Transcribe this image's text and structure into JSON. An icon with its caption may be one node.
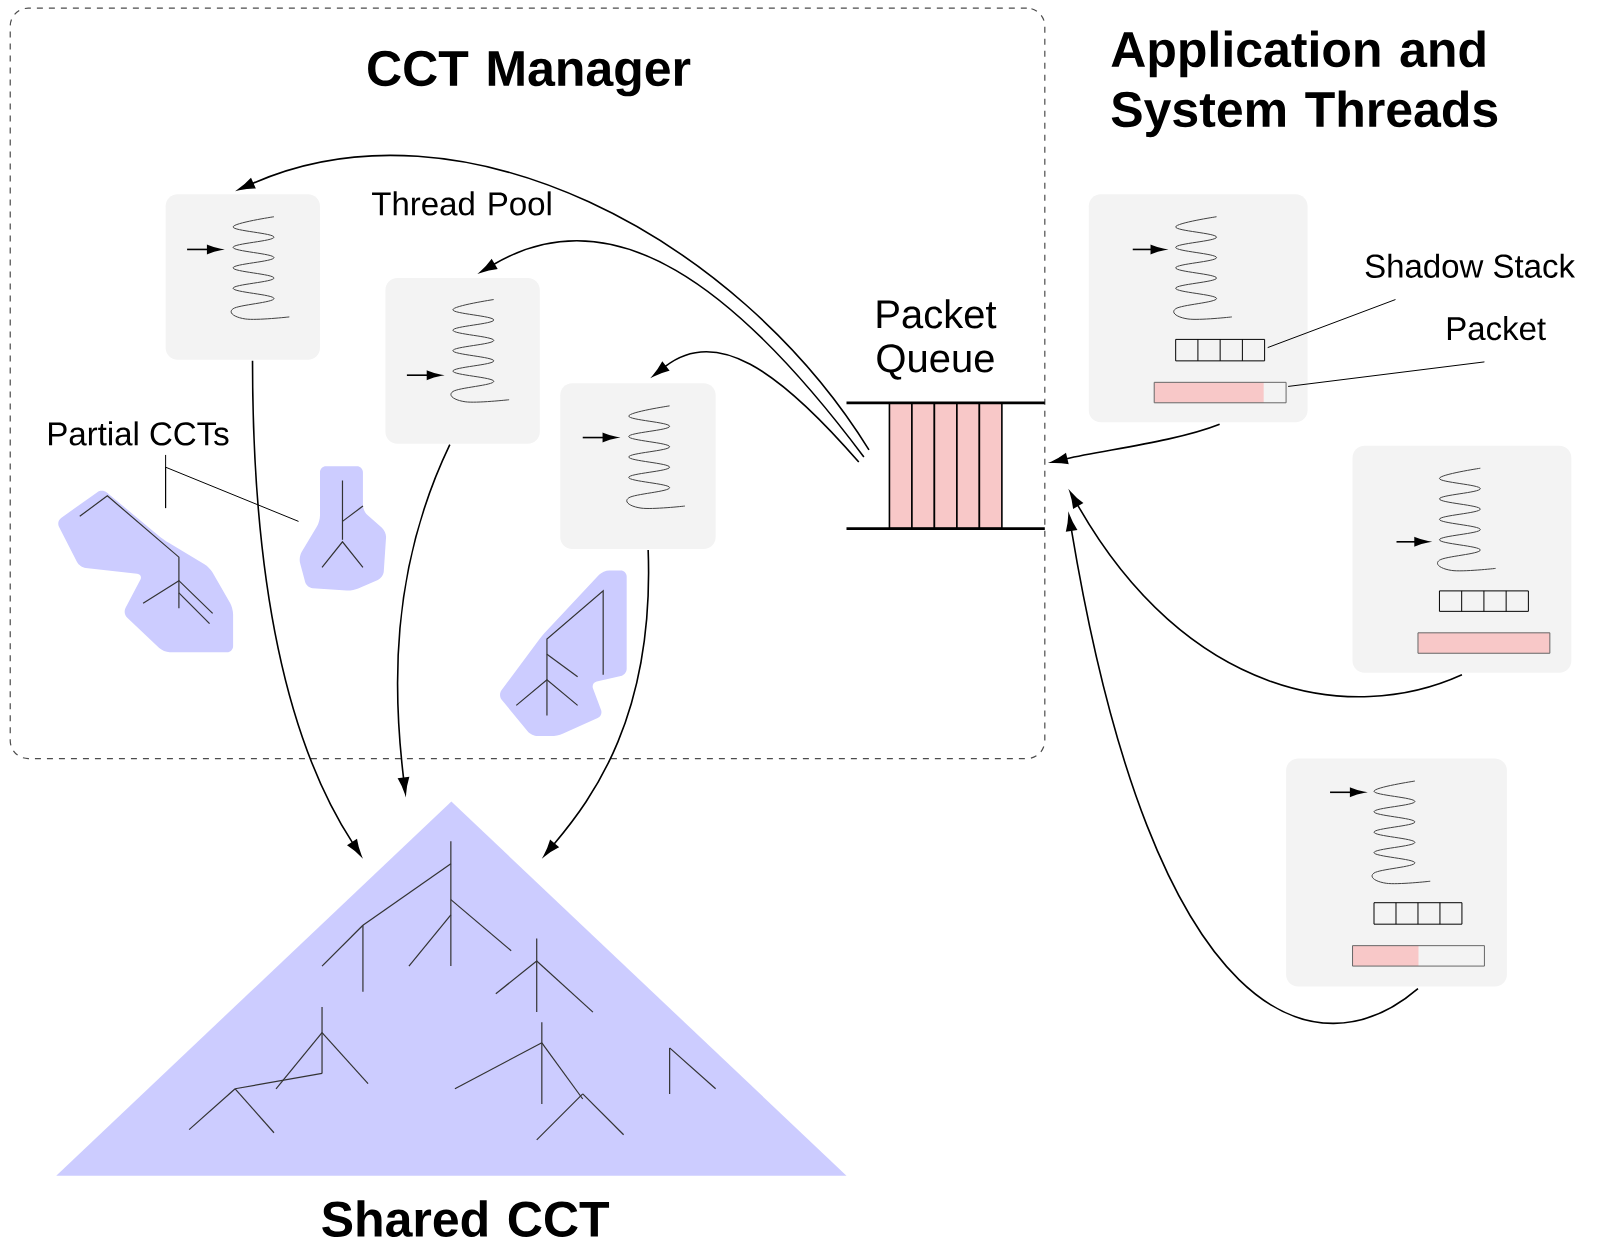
{
  "diagram": {
    "nodes": [
      {
        "text": [
          "CCT Manager"
        ]
      },
      {
        "text": [],
        "shape": "box",
        "in": 0
      },
      {
        "text": [],
        "shape": "box",
        "in": 0
      },
      {
        "text": [],
        "shape": "box",
        "in": 0
      },
      {
        "text": [
          "Packet Queue"
        ],
        "in": 0
      },
      {
        "text": [
          "Shared CCT"
        ]
      },
      {
        "text": [],
        "shape": "box"
      },
      {
        "text": [],
        "shape": "box"
      },
      {
        "text": [],
        "shape": "box"
      },
      {
        "text": [
          "Partial CCTs"
        ],
        "in": 0
      },
      {
        "text": [],
        "shape": "picture",
        "in": 0
      },
      {
        "text": [],
        "shape": "picture",
        "in": 0
      },
      {
        "text": [],
        "shape": "picture",
        "in": 0
      },
      {
        "text": [
          "Shadow Stack"
        ]
      },
      {
        "text": [
          "Packet"
        ]
      },
      {
        "text": [],
        "shape": "box",
        "in": 6
      },
      {
        "text": [],
        "shape": "bar",
        "in": 6
      },
      {
        "text": [],
        "shape": "box",
        "in": 7
      },
      {
        "text": [],
        "shape": "bar",
        "in": 7
      },
      {
        "text": [],
        "shape": "box",
        "in": 8
      },
      {
        "text": [],
        "shape": "bar",
        "in": 8
      }
    ],
    "edges": [
      {
        "from": 4,
        "to": 1,
        "arrow": "to"
      },
      {
        "from": 4,
        "to": 2,
        "arrow": "to"
      },
      {
        "from": 4,
        "to": 3,
        "arrow": "to"
      },
      {
        "from": 1,
        "to": 5,
        "arrow": "to"
      },
      {
        "from": 2,
        "to": 5,
        "arrow": "to"
      },
      {
        "from": 3,
        "to": 5,
        "arrow": "to"
      },
      {
        "from": 6,
        "to": 4,
        "arrow": "to"
      },
      {
        "from": 7,
        "to": 4,
        "arrow": "to"
      },
      {
        "from": 8,
        "to": 4,
        "arrow": "to"
      },
      {
        "from": 9,
        "to": 11,
        "arrow": "none"
      },
      {
        "from": 13,
        "to": 15,
        "arrow": "none"
      },
      {
        "from": 14,
        "to": 16,
        "arrow": "none"
      }
    ],
    "labels": [
      "Application and System Threads",
      "Thread Pool"
    ]
  }
}
